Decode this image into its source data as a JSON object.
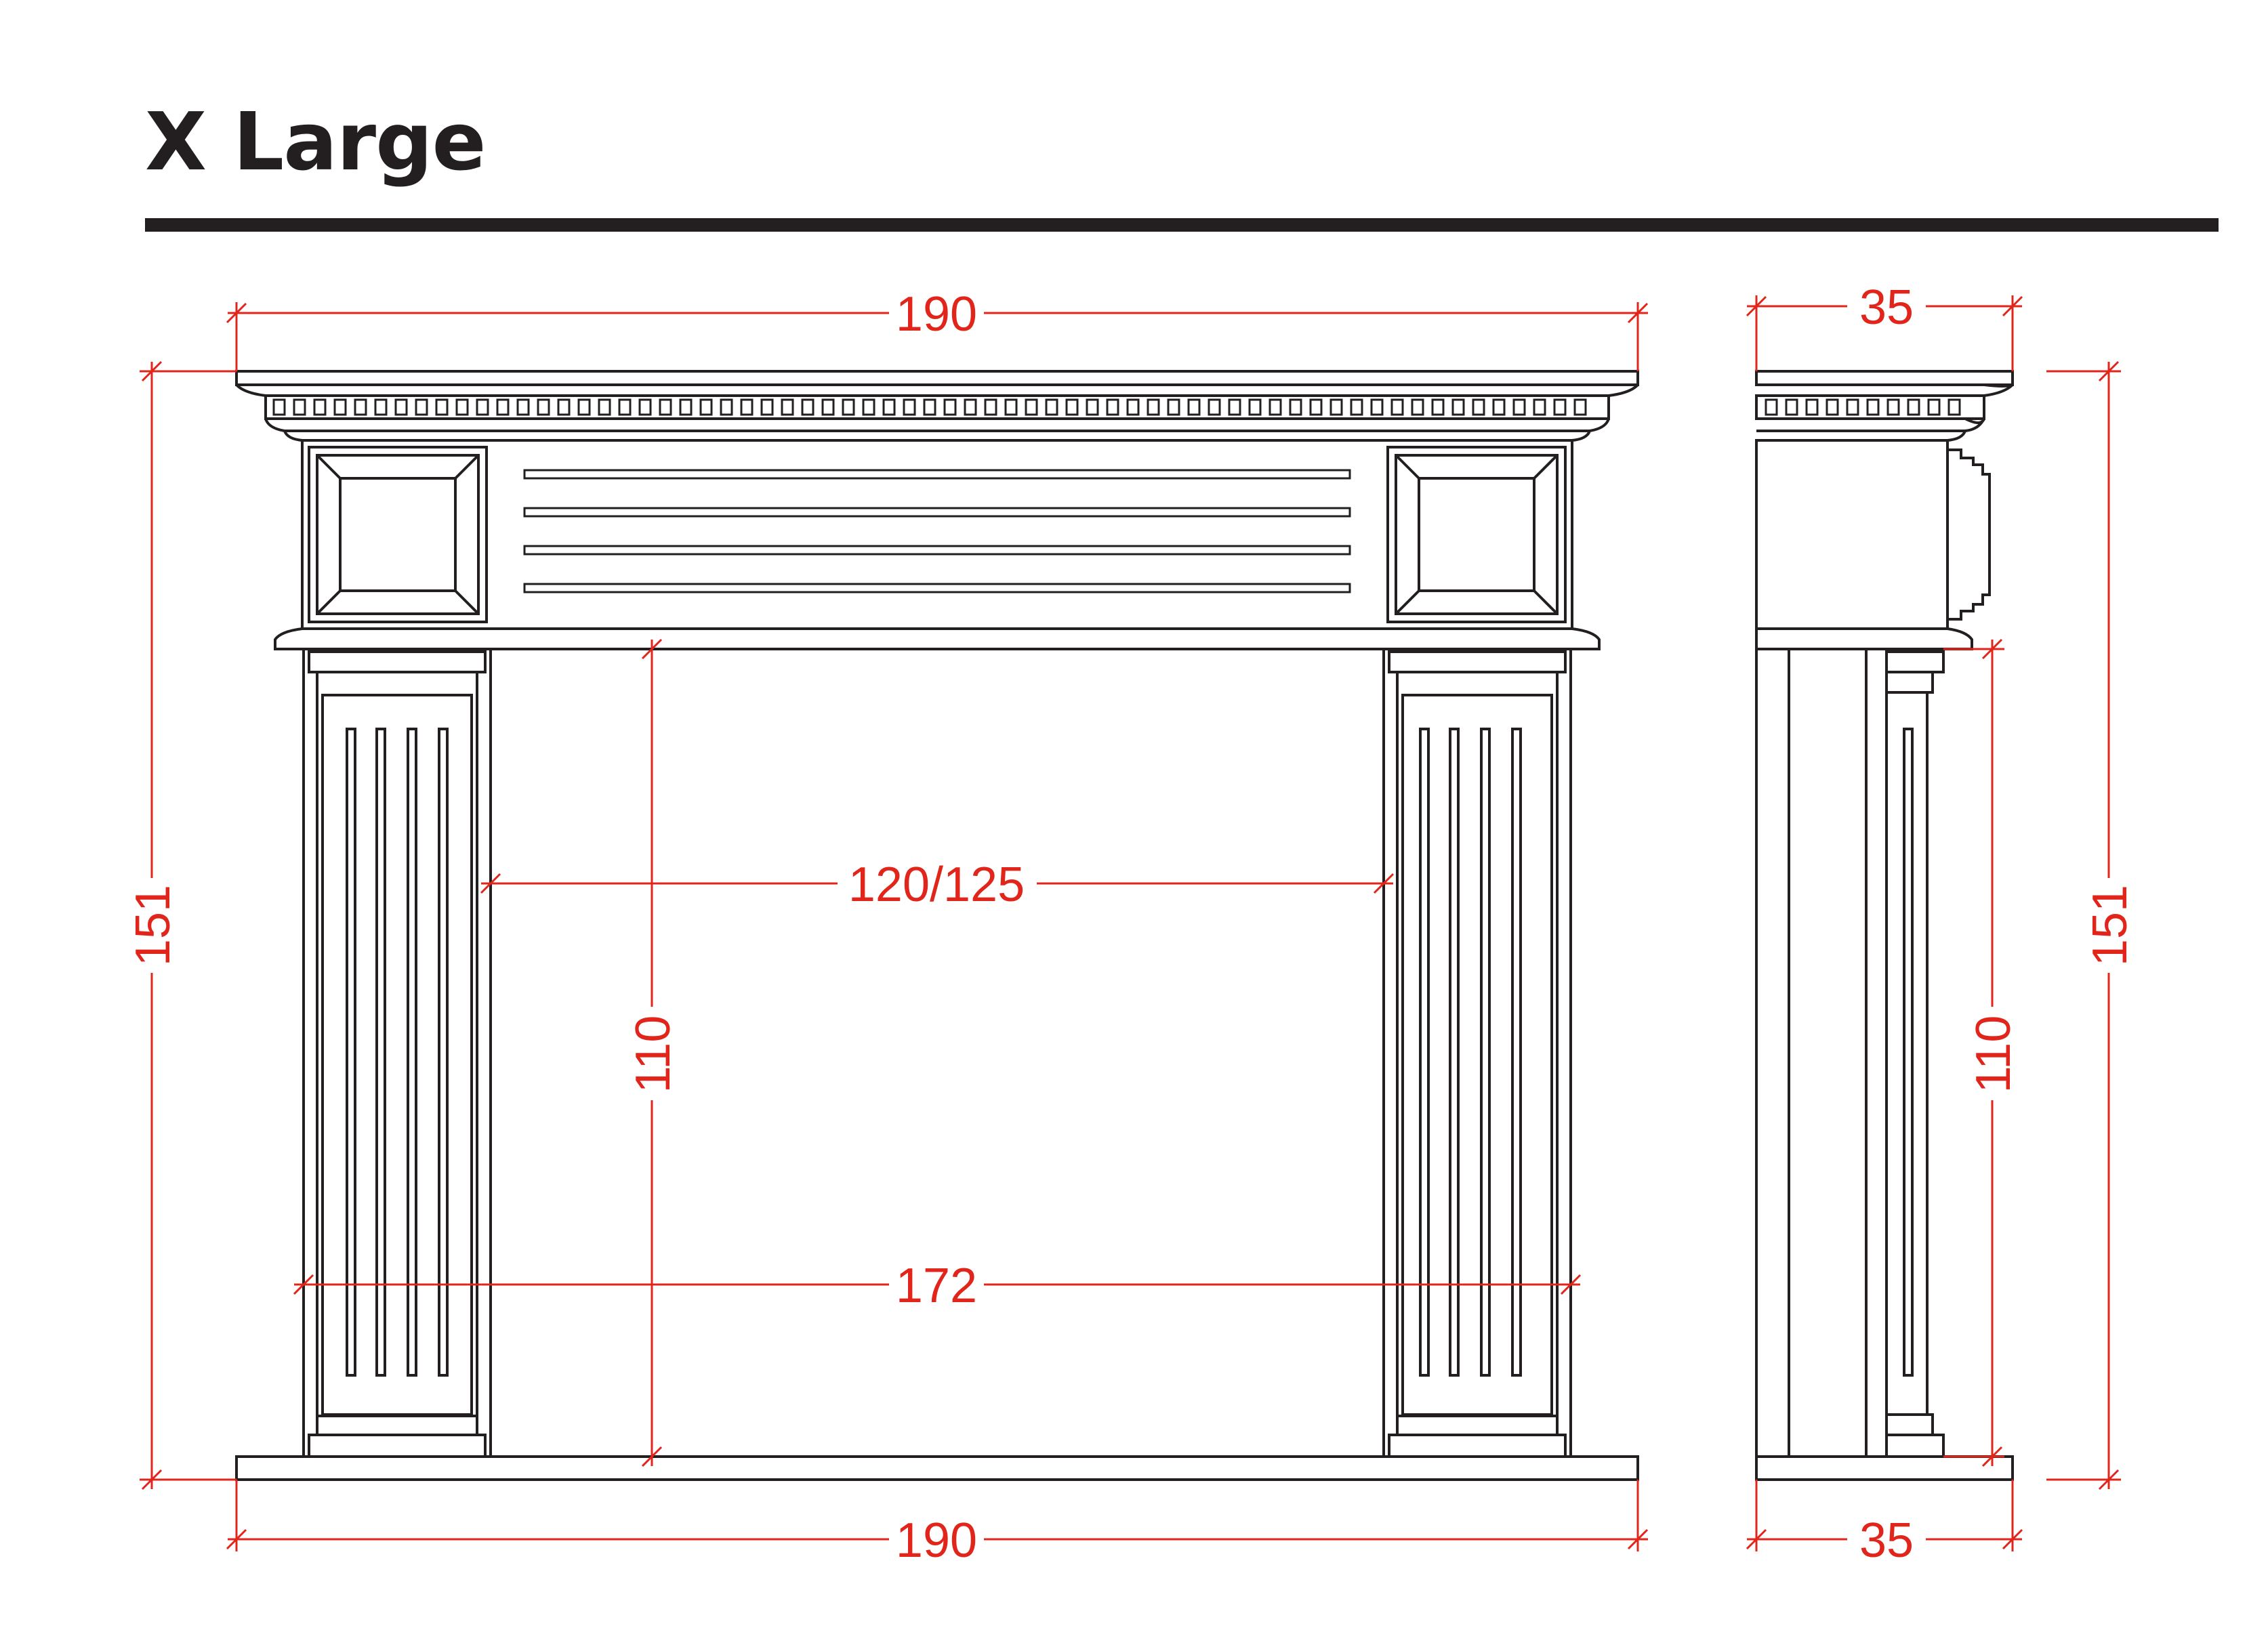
{
  "title": "X Large",
  "colors": {
    "outline": "#231f20",
    "dimension": "#e1251b",
    "background": "#ffffff"
  },
  "dimensions": {
    "front_top_width": "190",
    "front_bottom_width": "190",
    "front_height": "151",
    "opening_height": "110",
    "opening_width": "120/125",
    "legs_outer_width": "172",
    "side_top_depth": "35",
    "side_bottom_depth": "35",
    "side_height": "151",
    "side_opening_height": "110"
  }
}
